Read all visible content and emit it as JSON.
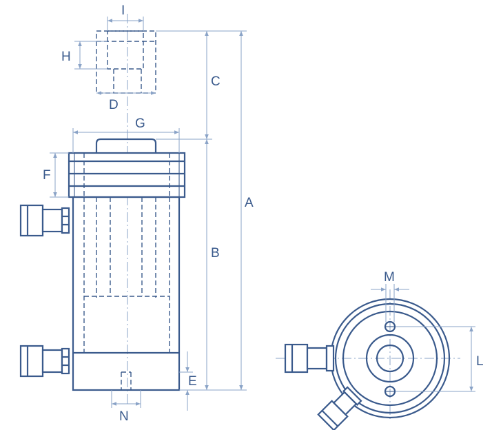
{
  "labels": {
    "A": "A",
    "B": "B",
    "C": "C",
    "D": "D",
    "E": "E",
    "F": "F",
    "G": "G",
    "H": "H",
    "I": "I",
    "L": "L",
    "M": "M",
    "N": "N"
  },
  "colors": {
    "line": "#3a5a8c",
    "dimension": "#8aa3c7"
  }
}
